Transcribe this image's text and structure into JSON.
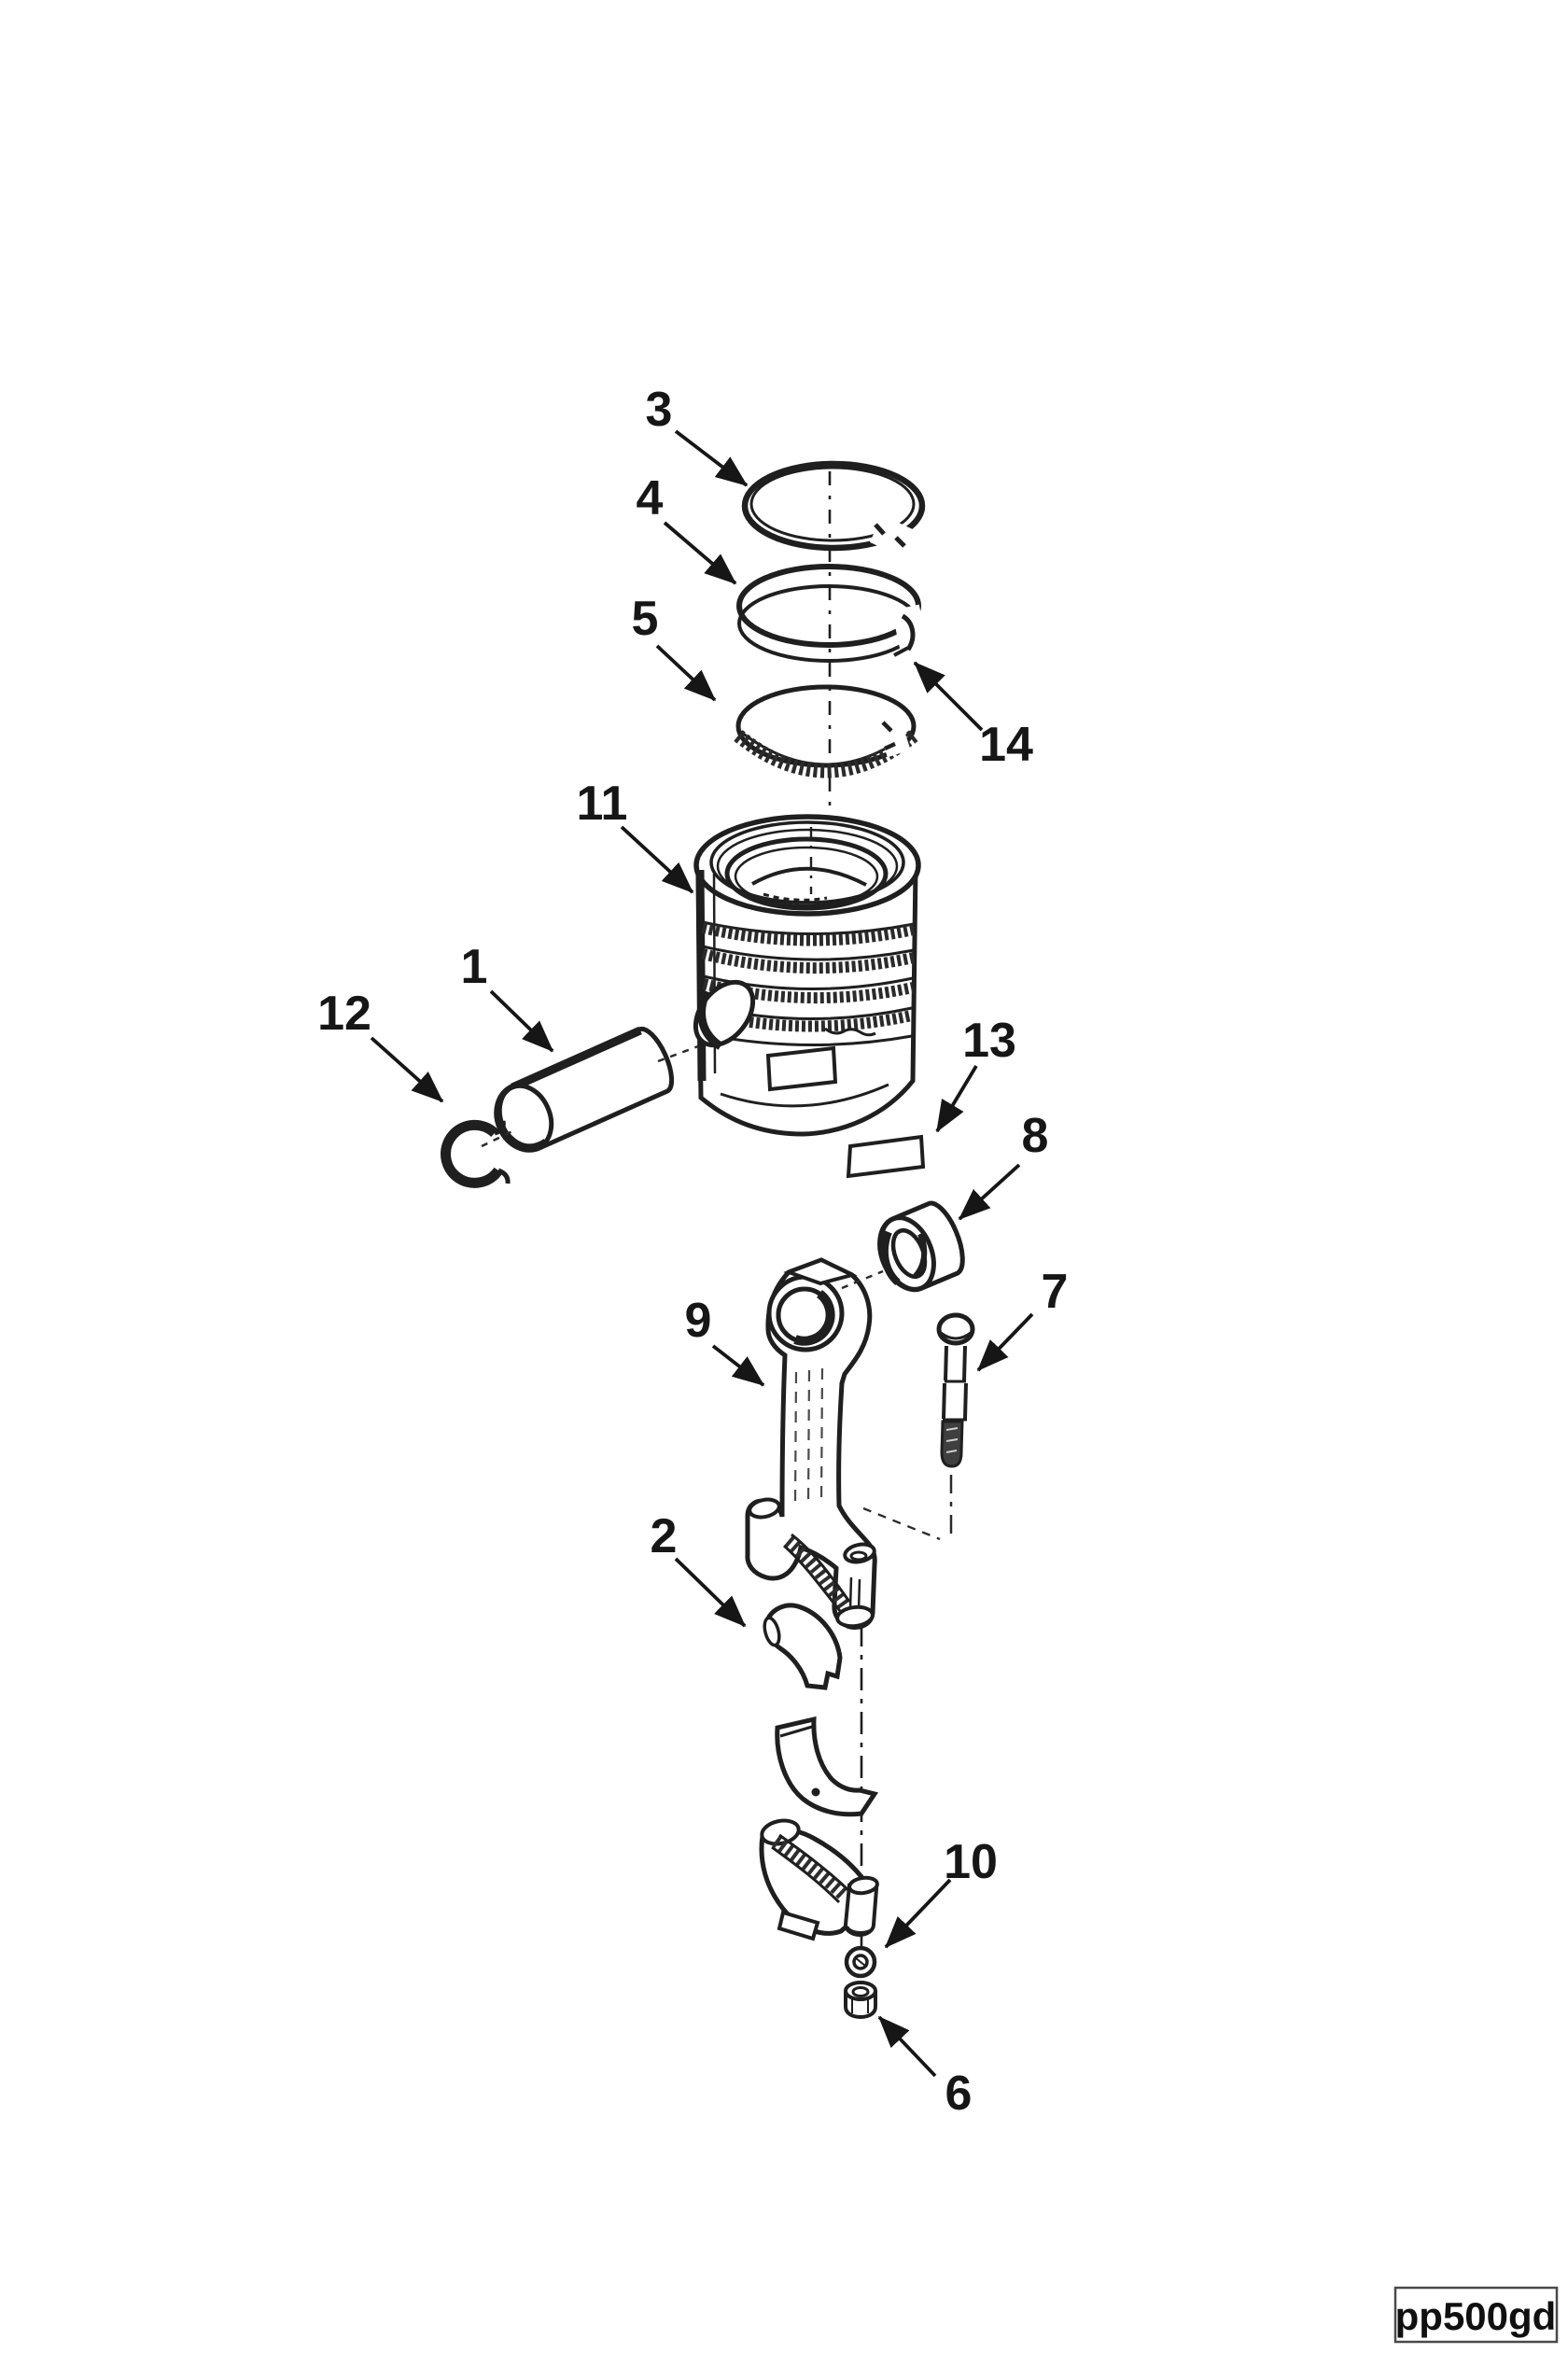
{
  "figure": {
    "type": "exploded-parts-diagram",
    "code_label": "pp500gd",
    "ink_color": "#1f1f1f",
    "background_color": "#ffffff",
    "callouts": [
      {
        "label": "1"
      },
      {
        "label": "2"
      },
      {
        "label": "3"
      },
      {
        "label": "4"
      },
      {
        "label": "5"
      },
      {
        "label": "6"
      },
      {
        "label": "7"
      },
      {
        "label": "8"
      },
      {
        "label": "9"
      },
      {
        "label": "10"
      },
      {
        "label": "11"
      },
      {
        "label": "12"
      },
      {
        "label": "13"
      },
      {
        "label": "14"
      }
    ]
  }
}
